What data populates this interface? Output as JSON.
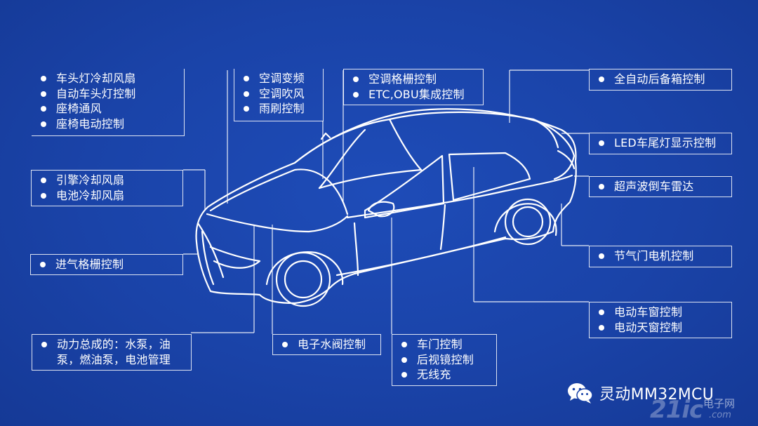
{
  "labels": {
    "front_cooling": [
      "车头灯冷却风扇",
      "自动车头灯控制",
      "座椅通风",
      "座椅电动控制"
    ],
    "engine_fans": [
      "引擎冷却风扇",
      "电池冷却风扇"
    ],
    "intake_grille": [
      "进气格栅控制"
    ],
    "powertrain": [
      "动力总成的：水泵，油泵，燃油泵，电池管理"
    ],
    "hvac": [
      "空调变频",
      "空调吹风",
      "雨刷控制"
    ],
    "ac_grille": [
      "空调格栅控制",
      "ETC,OBU集成控制"
    ],
    "water_valve": [
      "电子水阀控制"
    ],
    "doors": [
      "车门控制",
      "后视镜控制",
      "无线充"
    ],
    "trunk": [
      "全自动后备箱控制"
    ],
    "tail_light": [
      "LED车尾灯显示控制"
    ],
    "radar": [
      "超声波倒车雷达"
    ],
    "throttle": [
      "节气门电机控制"
    ],
    "windows": [
      "电动车窗控制",
      "电动天窗控制"
    ]
  },
  "watermark": {
    "text": "灵动MM32MCU",
    "icon": "wechat-icon"
  },
  "site_logo": {
    "main": "21ic",
    "cn": "电子网",
    "com": ".com"
  },
  "colors": {
    "background": "#1a43a8",
    "line": "#ffffff"
  }
}
